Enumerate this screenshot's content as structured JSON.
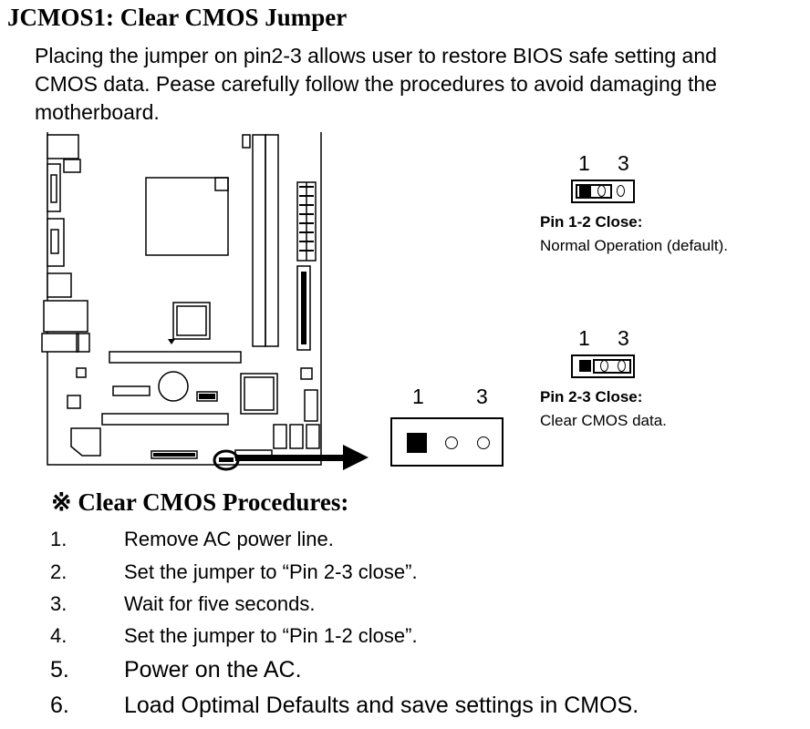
{
  "title": "JCMOS1: Clear CMOS Jumper",
  "intro": {
    "line1": "Placing the jumper on pin2-3 allows user to restore BIOS safe setting and",
    "line2": "CMOS data. Pease carefully follow the procedures to avoid damaging the",
    "line3": "motherboard."
  },
  "jumper_setting_1": {
    "pin_left": "1",
    "pin_right": "3",
    "title": "Pin 1-2 Close:",
    "description": "Normal Operation (default)."
  },
  "jumper_setting_2": {
    "pin_left": "1",
    "pin_right": "3",
    "title": "Pin 2-3 Close:",
    "description": "Clear CMOS data."
  },
  "zoomed_jumper": {
    "pin_left": "1",
    "pin_right": "3"
  },
  "procedures": {
    "title": "※ Clear CMOS Procedures:",
    "steps": [
      {
        "num": "1.",
        "text": "Remove AC power line."
      },
      {
        "num": "2.",
        "text": "Set the jumper to “Pin 2-3 close”."
      },
      {
        "num": "3.",
        "text": "Wait for five seconds."
      },
      {
        "num": "4.",
        "text": "Set the jumper to “Pin 1-2 close”."
      },
      {
        "num": "5.",
        "text": "Power on the AC."
      },
      {
        "num": "6.",
        "text": "Load Optimal Defaults and save settings in CMOS."
      }
    ]
  }
}
